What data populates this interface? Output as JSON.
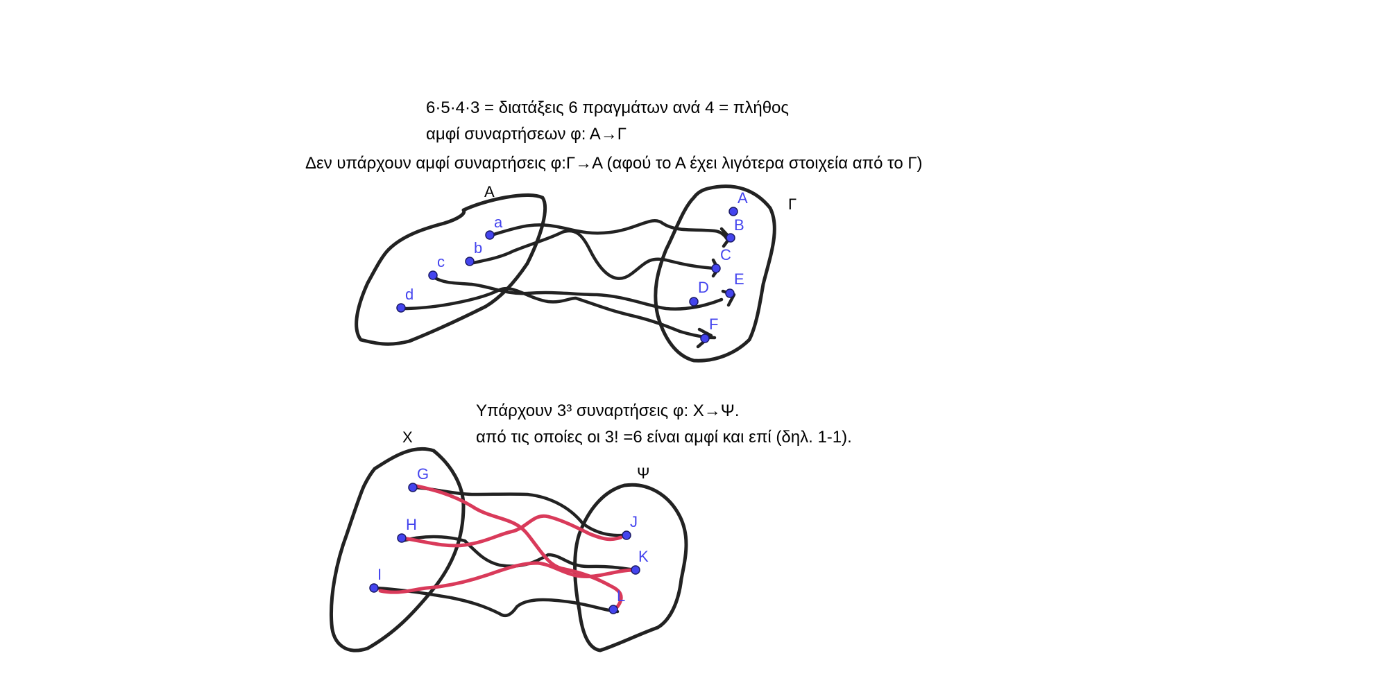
{
  "colors": {
    "point": "#4444ee",
    "label": "#4444ee",
    "ink": "#222222",
    "highlight": "#d93a5a"
  },
  "text": {
    "line1": "6·5·4·3 = διατάξεις 6 πραγμάτων ανά 4 = πλήθος",
    "line2": "αμφί συναρτήσεων φ: Α→Γ",
    "line3": "Δεν υπάρχουν αμφί συναρτήσεις φ:Γ→Α (αφού το Α έχει λιγότερα στοιχεία από το Γ)",
    "line4": "Υπάρχουν 3³ συναρτήσεις φ: Χ→Ψ.",
    "line5": "από τις οποίες οι 3! =6 είναι αμφί και επί (δηλ. 1-1)."
  },
  "sets": {
    "A": "A",
    "Gamma": "Γ",
    "X": "Χ",
    "Psi": "Ψ"
  },
  "points": {
    "a": "a",
    "b": "b",
    "c": "c",
    "d": "d",
    "A": "A",
    "B": "B",
    "C": "C",
    "D": "D",
    "E": "E",
    "F": "F",
    "G": "G",
    "H": "H",
    "I": "I",
    "J": "J",
    "K": "K",
    "L": "L"
  }
}
